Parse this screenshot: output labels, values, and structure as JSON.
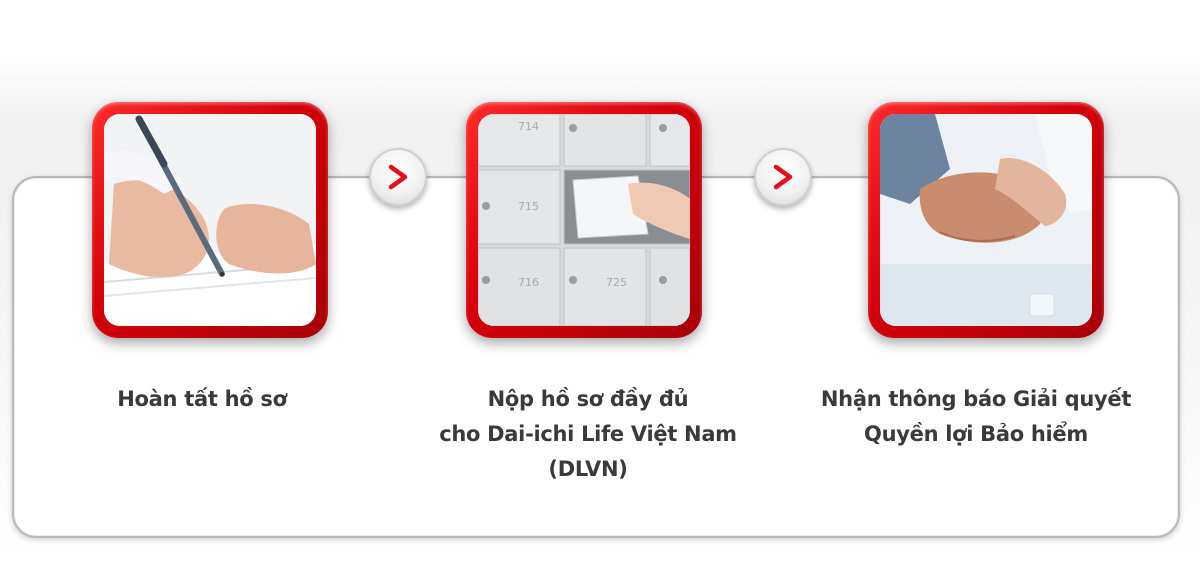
{
  "steps": [
    {
      "label_lines": [
        "Hoàn tất hồ sơ"
      ],
      "image": "hand-signing-document"
    },
    {
      "label_lines": [
        "Nộp hồ sơ đầy đủ",
        "cho Dai-ichi Life Việt Nam",
        "(DLVN)"
      ],
      "image": "mailbox-submission",
      "box_numbers": [
        "714",
        "715",
        "716",
        "725"
      ]
    },
    {
      "label_lines": [
        "Nhận thông báo Giải quyết",
        "Quyền lợi Bảo hiểm"
      ],
      "image": "handshake"
    }
  ],
  "arrows": [
    {
      "icon": "chevron-right-icon",
      "color": "#e4101a"
    },
    {
      "icon": "chevron-right-icon",
      "color": "#e4101a"
    }
  ],
  "colors": {
    "accent": "#d4000a",
    "text": "#3a3a3a",
    "border": "#b9b9b9"
  }
}
